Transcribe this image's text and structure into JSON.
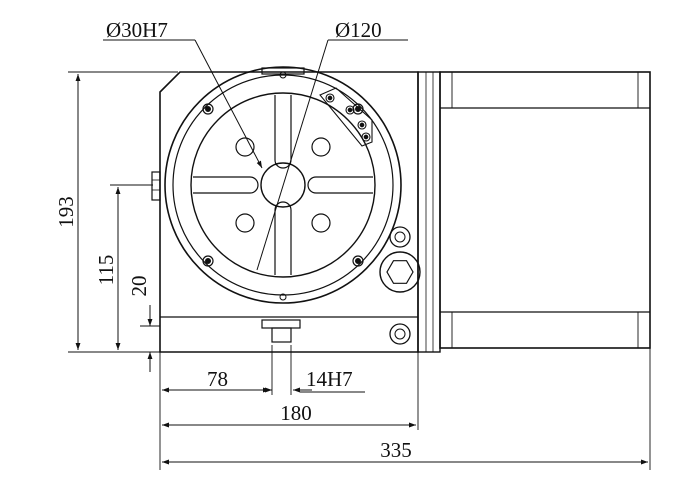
{
  "drawing": {
    "labels": {
      "bore_diameter": "Ø30H7",
      "faceplate_diameter": "Ø120",
      "overall_height": "193",
      "center_height": "115",
      "base_offset": "20",
      "key_offset": "78",
      "key_width": "14H7",
      "body_width": "180",
      "overall_length": "335"
    },
    "colors": {
      "line": "#111111",
      "background": "#ffffff"
    }
  }
}
